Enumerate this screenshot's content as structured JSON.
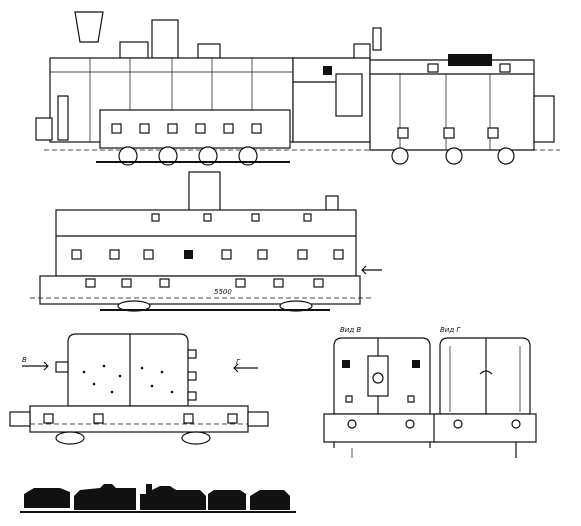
{
  "labels": {
    "dimension": "5500",
    "view_b": "Вид В",
    "view_g": "Вид Г",
    "arrow_b": "В",
    "arrow_g": "Г"
  }
}
